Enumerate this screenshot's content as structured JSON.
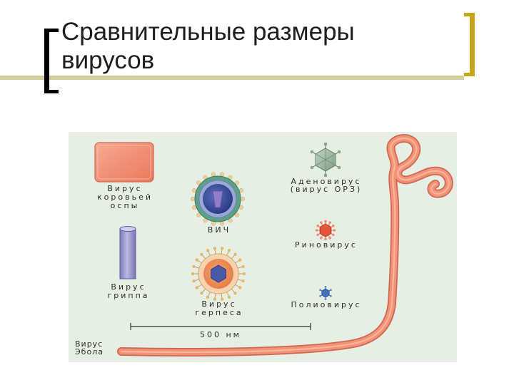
{
  "slide": {
    "title_lines": [
      "Сравнительные размеры",
      "вирусов"
    ]
  },
  "illustration": {
    "vaccinia_label": [
      "Вирус",
      "коровьей",
      "оспы"
    ],
    "hiv_label": [
      "ВИЧ"
    ],
    "influenza_label": [
      "Вирус",
      "гриппа"
    ],
    "herpes_label": [
      "Вирус",
      "герпеса"
    ],
    "adenovirus_label": [
      "Аденовирус",
      "(вирус ОРЗ)"
    ],
    "rhinovirus_label": [
      "Риновирус"
    ],
    "poliovirus_label": [
      "Полиовирус"
    ],
    "ebola_label": [
      "Вирус",
      "Эбола"
    ],
    "scale_bar_label": "500 нм"
  },
  "theme": {
    "title_color": "#1e1e1e",
    "bracket_left_color": "#000000",
    "bracket_right_color": "#c6a516",
    "rule_color": "#d0d09c",
    "panel_bg": "#e7eee3",
    "label_color": "#2e2e2e"
  }
}
